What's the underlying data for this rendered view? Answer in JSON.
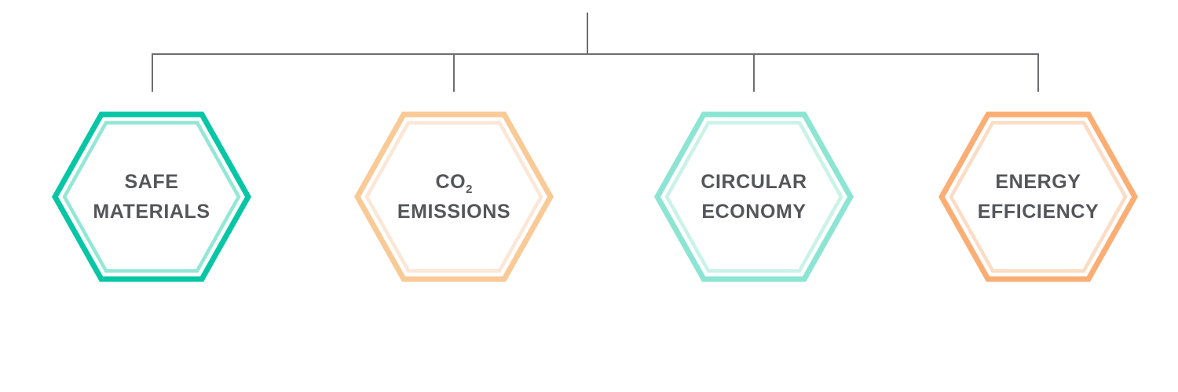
{
  "diagram": {
    "title": "sustainability-pillars-hexagon-diagram",
    "connector_color": "#6D6E71",
    "label_color": "#54565A",
    "nodes": [
      {
        "id": "safe-materials",
        "label_line1": "SAFE",
        "label_line2": "MATERIALS",
        "outer_color": "#07C6A5",
        "inner_color": "#92E7D6"
      },
      {
        "id": "co2-emissions",
        "label_line1": "CO",
        "label_line1_sub": "2",
        "label_line2": "EMISSIONS",
        "outer_color": "#FACA96",
        "inner_color": "#FCE6D5"
      },
      {
        "id": "circular-economy",
        "label_line1": "CIRCULAR",
        "label_line2": "ECONOMY",
        "outer_color": "#8CE5D2",
        "inner_color": "#C9F2E9"
      },
      {
        "id": "energy-efficiency",
        "label_line1": "ENERGY",
        "label_line2": "EFFICIENCY",
        "outer_color": "#FBAE74",
        "inner_color": "#FCDCC4"
      }
    ]
  }
}
